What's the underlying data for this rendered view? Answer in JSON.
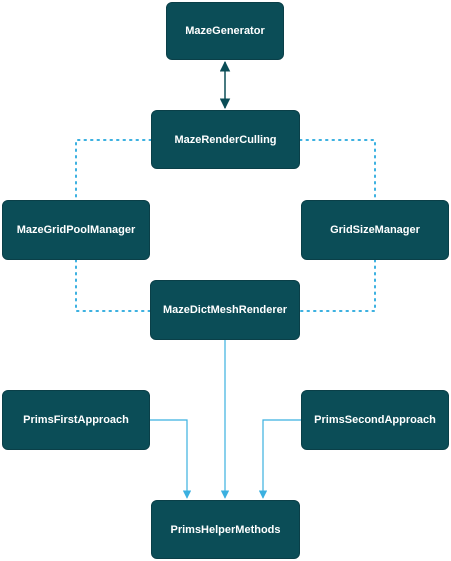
{
  "diagram": {
    "nodes": {
      "maze_generator": "MazeGenerator",
      "maze_render_culling": "MazeRenderCulling",
      "maze_grid_pool_manager": "MazeGridPoolManager",
      "grid_size_manager": "GridSizeManager",
      "maze_dict_mesh_renderer": "MazeDictMeshRenderer",
      "prims_first_approach": "PrimsFirstApproach",
      "prims_second_approach": "PrimsSecondApproach",
      "prims_helper_methods": "PrimsHelperMethods"
    },
    "edges": [
      {
        "from": "MazeGenerator",
        "to": "MazeRenderCulling",
        "style": "solid",
        "arrows": "both"
      },
      {
        "from": "MazeRenderCulling",
        "to": "MazeGridPoolManager",
        "style": "dotted",
        "arrows": "none"
      },
      {
        "from": "MazeRenderCulling",
        "to": "GridSizeManager",
        "style": "dotted",
        "arrows": "none"
      },
      {
        "from": "MazeGridPoolManager",
        "to": "MazeDictMeshRenderer",
        "style": "dotted",
        "arrows": "none"
      },
      {
        "from": "GridSizeManager",
        "to": "MazeDictMeshRenderer",
        "style": "dotted",
        "arrows": "none"
      },
      {
        "from": "MazeDictMeshRenderer",
        "to": "PrimsHelperMethods",
        "style": "solid",
        "arrows": "end"
      },
      {
        "from": "PrimsFirstApproach",
        "to": "PrimsHelperMethods",
        "style": "solid",
        "arrows": "end"
      },
      {
        "from": "PrimsSecondApproach",
        "to": "PrimsHelperMethods",
        "style": "solid",
        "arrows": "end"
      }
    ],
    "colors": {
      "node_fill": "#0b4d57",
      "node_text": "#ffffff",
      "link_dark": "#0b4d57",
      "link_light": "#3bb0e0"
    }
  }
}
